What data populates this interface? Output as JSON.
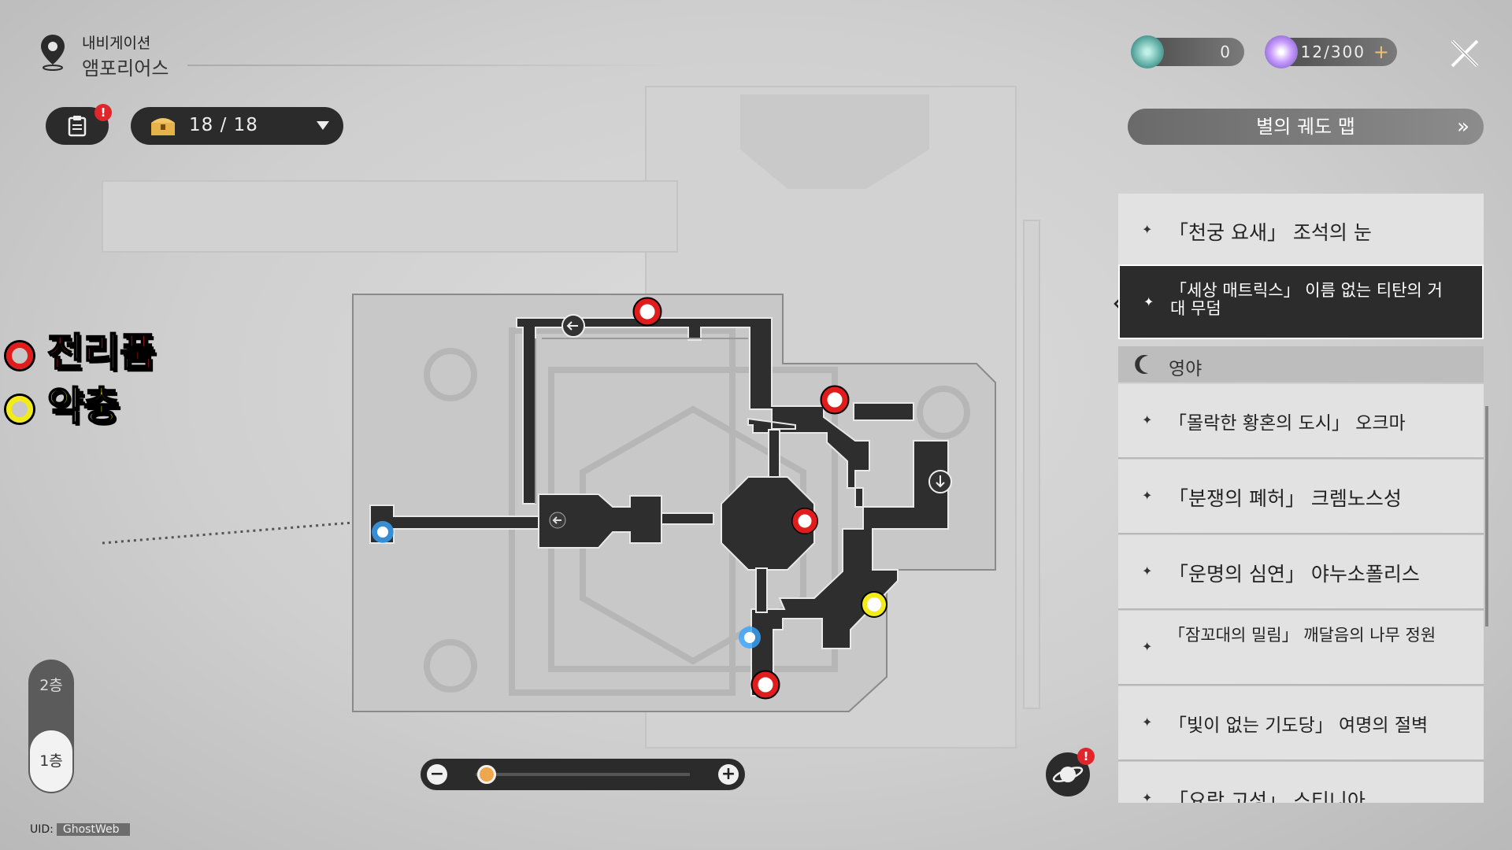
{
  "navigation": {
    "label": "내비게이션",
    "location": "앰포리어스"
  },
  "toolbar": {
    "quest_alert": "!",
    "chest_count": "18 / 18"
  },
  "legend": {
    "loot_label": "전리품",
    "bug_label": "약충"
  },
  "floors": {
    "upper": "2층",
    "current": "1층"
  },
  "zoom": {
    "minus": "−",
    "plus": "+",
    "level": 0.05
  },
  "uid": {
    "label": "UID:",
    "value": "GhostWeb"
  },
  "currencies": {
    "first_value": "0",
    "second_value": "12/300",
    "add": "+"
  },
  "panel": {
    "orbit_button": "별의 궤도 맵",
    "items": [
      {
        "label": "「천궁 요새」 조석의 눈"
      },
      {
        "label": "「세상 매트릭스」 이름 없는 티탄의 거대 무덤"
      },
      {
        "label": "「몰락한 황혼의 도시」 오크마"
      },
      {
        "label": "「분쟁의 폐허」 크렘노스성"
      },
      {
        "label": "「운명의 심연」 야누소폴리스"
      },
      {
        "label": "「잠꼬대의 밀림」 깨달음의 나무 정원"
      },
      {
        "label": "「빛이 없는 기도당」 여명의 절벽"
      },
      {
        "label": "「요람 고성」 스티니아"
      }
    ],
    "section_header": "영야"
  },
  "bottom_alert": "!",
  "colors": {
    "loot_marker": "#e01c1c",
    "bug_marker": "#f2ea19",
    "path": "#2e2e2e",
    "teleport": "#3aa6ff"
  }
}
